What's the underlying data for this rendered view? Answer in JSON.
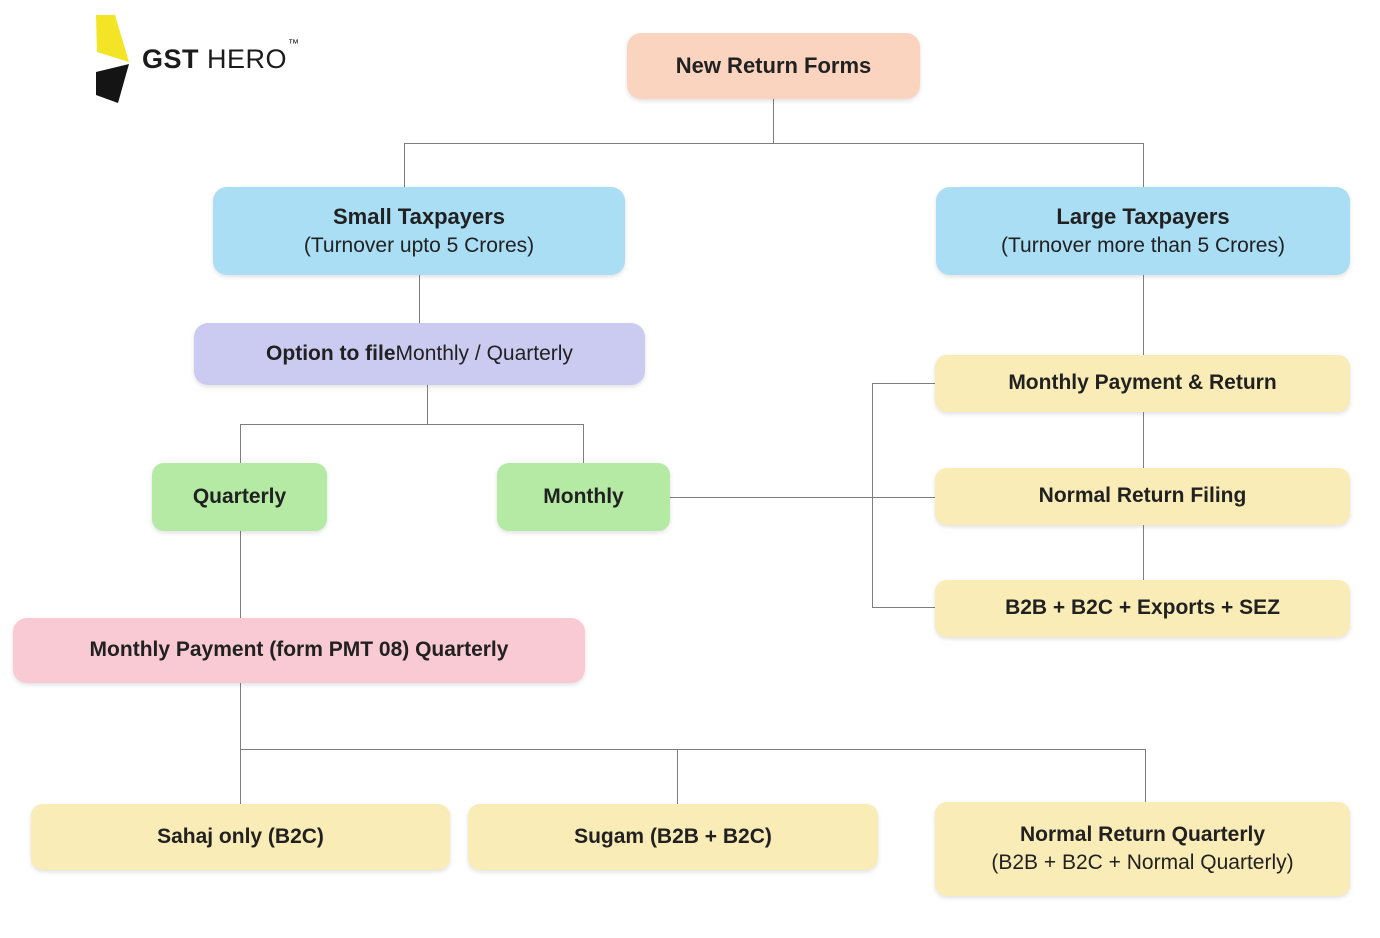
{
  "logo": {
    "brand_bold": "GST",
    "brand_light": "HERO",
    "trademark": "™",
    "icon_colors": {
      "top": "#f4e426",
      "bottom": "#141414"
    }
  },
  "nodes": {
    "root": {
      "label": "New Return Forms"
    },
    "small_taxpayers": {
      "title": "Small Taxpayers",
      "subtitle": "(Turnover upto 5 Crores)"
    },
    "large_taxpayers": {
      "title": "Large Taxpayers",
      "subtitle": "(Turnover more than 5 Crores)"
    },
    "option_to_file": {
      "bold": "Option to file",
      "rest": " Monthly / Quarterly"
    },
    "quarterly": {
      "label": "Quarterly"
    },
    "monthly": {
      "label": "Monthly"
    },
    "monthly_payment_return": {
      "label": "Monthly Payment & Return"
    },
    "normal_return_filing": {
      "label": "Normal Return Filing"
    },
    "b2b_b2c_exports_sez": {
      "label": "B2B + B2C + Exports + SEZ"
    },
    "monthly_payment_pmt08": {
      "label": "Monthly Payment (form PMT 08) Quarterly"
    },
    "sahaj": {
      "label": "Sahaj only (B2C)"
    },
    "sugam": {
      "label": "Sugam (B2B + B2C)"
    },
    "normal_return_quarterly": {
      "title": "Normal Return Quarterly",
      "subtitle": "(B2B + B2C + Normal Quarterly)"
    }
  },
  "colors": {
    "root_box": "#fbd4bf",
    "taxpayer_box": "#a9def5",
    "option_box": "#cbcbf1",
    "frequency_box": "#b4eaa4",
    "detail_box": "#faecb6",
    "payment_box": "#f9cad3",
    "connector": "#7e7e7e",
    "text": "#212121"
  }
}
